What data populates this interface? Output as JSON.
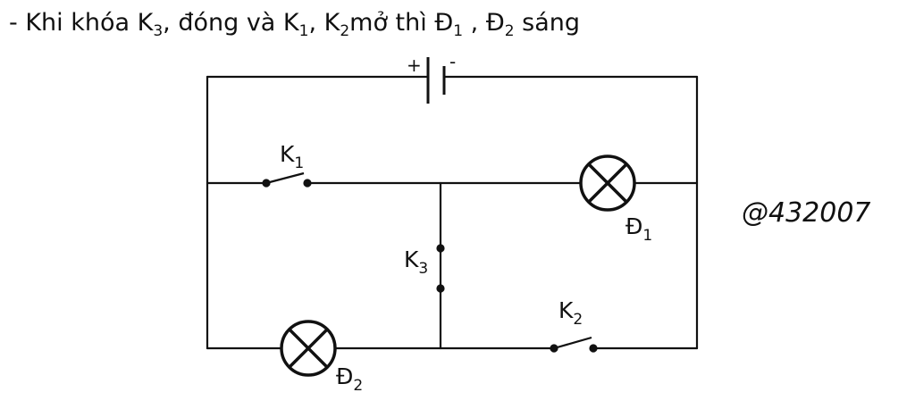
{
  "caption": {
    "prefix": "- Khi khóa K",
    "k3_sub": "3",
    "mid1": ", đóng và K",
    "k1_sub": "1",
    "comma": ", K",
    "k2_sub": "2",
    "mid2": "mở thì Đ",
    "d1_sub": "1",
    "mid3": " , Đ",
    "d2_sub": "2",
    "suffix": " sáng"
  },
  "battery": {
    "plus": "+",
    "minus": "-"
  },
  "labels": {
    "k1": {
      "main": "K",
      "sub": "1"
    },
    "k2": {
      "main": "K",
      "sub": "2"
    },
    "k3": {
      "main": "K",
      "sub": "3"
    },
    "d1": {
      "main": "Đ",
      "sub": "1"
    },
    "d2": {
      "main": "Đ",
      "sub": "2"
    }
  },
  "watermark": "@432007"
}
